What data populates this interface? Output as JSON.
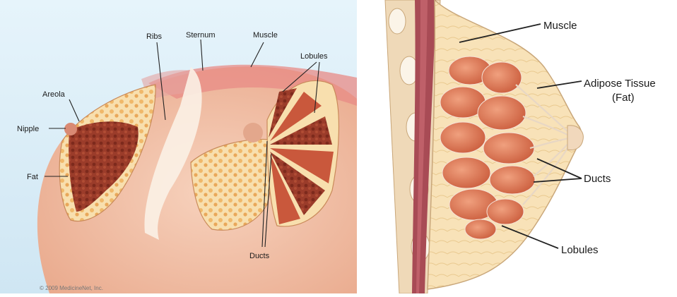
{
  "left": {
    "labels": {
      "ribs": "Ribs",
      "sternum": "Sternum",
      "muscle": "Muscle",
      "lobules": "Lobules",
      "areola": "Areola",
      "nipple": "Nipple",
      "fat": "Fat",
      "ducts": "Ducts"
    },
    "copyright": "© 2009 MedicineNet, Inc."
  },
  "right": {
    "labels": {
      "muscle": "Muscle",
      "adipose_line1": "Adipose Tissue",
      "adipose_line2": "(Fat)",
      "ducts": "Ducts",
      "lobules": "Lobules"
    }
  },
  "colors": {
    "sky": "#dbeef8",
    "skin": "#f2c1a6",
    "fat": "#f6d9a4",
    "lobule": "#c65a3c",
    "muscle": "#b5535c"
  }
}
